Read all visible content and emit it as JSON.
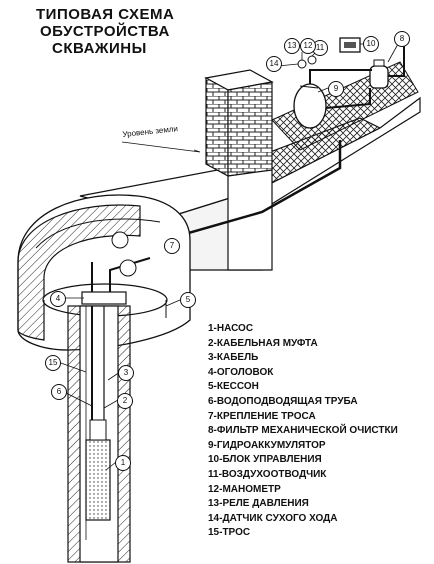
{
  "title_lines": [
    "ТИПОВАЯ СХЕМА",
    "ОБУСТРОЙСТВА",
    "СКВАЖИНЫ"
  ],
  "ground_label": "Уровень земли",
  "legend": [
    "1-НАСОС",
    "2-КАБЕЛЬНАЯ МУФТА",
    "3-КАБЕЛЬ",
    "4-ОГОЛОВОК",
    "5-КЕССОН",
    "6-ВОДОПОДВОДЯЩАЯ ТРУБА",
    "7-КРЕПЛЕНИЕ ТРОСА",
    "8-ФИЛЬТР МЕХАНИЧЕСКОЙ ОЧИСТКИ",
    "9-ГИДРОАККУМУЛЯТОР",
    "10-БЛОК УПРАВЛЕНИЯ",
    "11-ВОЗДУХООТВОДЧИК",
    "12-МАНОМЕТР",
    "13-РЕЛЕ ДАВЛЕНИЯ",
    "14-ДАТЧИК СУХОГО ХОДА",
    "15-ТРОС"
  ],
  "callouts": [
    "1",
    "2",
    "3",
    "4",
    "5",
    "6",
    "7",
    "8",
    "9",
    "10",
    "11",
    "12",
    "13",
    "14",
    "15"
  ]
}
